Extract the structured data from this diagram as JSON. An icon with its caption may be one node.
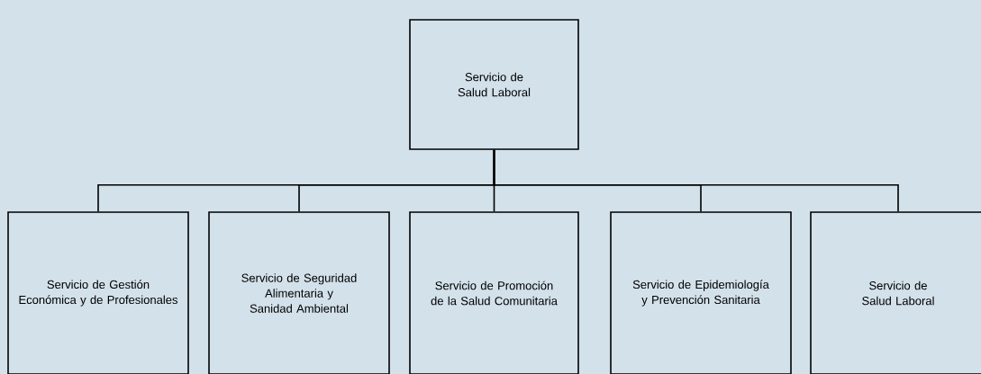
{
  "diagram": {
    "nodes": [
      {
        "text": [
          "Servicio de Salud Laboral"
        ]
      },
      {
        "text": [
          "Servicio de Gestión Económica y de Profesionales"
        ]
      },
      {
        "text": [
          "Servicio de Seguridad Alimentaria y Sanidad Ambiental"
        ]
      },
      {
        "text": [
          "Servicio de Promoción de la Salud Comunitaria"
        ]
      },
      {
        "text": [
          "Servicio de Epidemiología y Prevención Sanitaria"
        ]
      },
      {
        "text": [
          "Servicio de Salud Laboral"
        ]
      }
    ],
    "edges": [
      {
        "from": 0,
        "to": 1,
        "arrow": "none"
      },
      {
        "from": 0,
        "to": 2,
        "arrow": "none"
      },
      {
        "from": 0,
        "to": 3,
        "arrow": "none"
      },
      {
        "from": 0,
        "to": 4,
        "arrow": "none"
      },
      {
        "from": 0,
        "to": 5,
        "arrow": "none"
      }
    ]
  }
}
